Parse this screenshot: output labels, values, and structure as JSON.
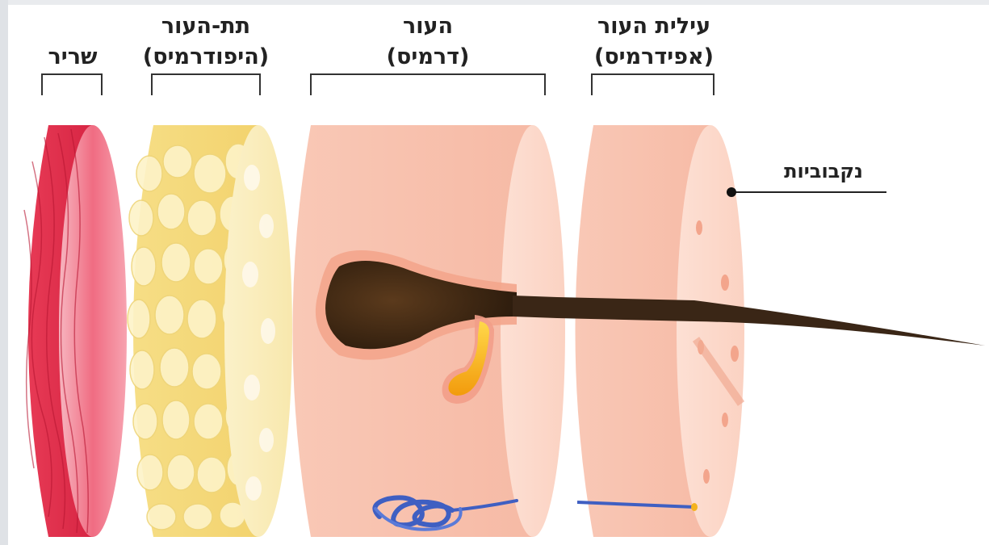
{
  "layers": {
    "muscle": {
      "line1": "שריר",
      "line2": ""
    },
    "hypodermis": {
      "line1": "תת-העור",
      "line2": "(היפודרמיס)"
    },
    "dermis": {
      "line1": "העור",
      "line2": "(דרמיס)"
    },
    "epidermis": {
      "line1": "עילית העור",
      "line2": "(אפידרמיס)"
    }
  },
  "callouts": {
    "pores": "נקבוביות"
  },
  "colors": {
    "muscle": "#e4475e",
    "fat": "#f7e49a",
    "dermis": "#f8c1ac",
    "epidermis": "#f9c7b4",
    "hair": "#3a2a1a",
    "sebum": "#f5b31e",
    "sweat_gland": "#4a67c9"
  },
  "icons": [
    "layer-bracket",
    "pointer-dot",
    "hair-follicle",
    "sweat-gland"
  ]
}
